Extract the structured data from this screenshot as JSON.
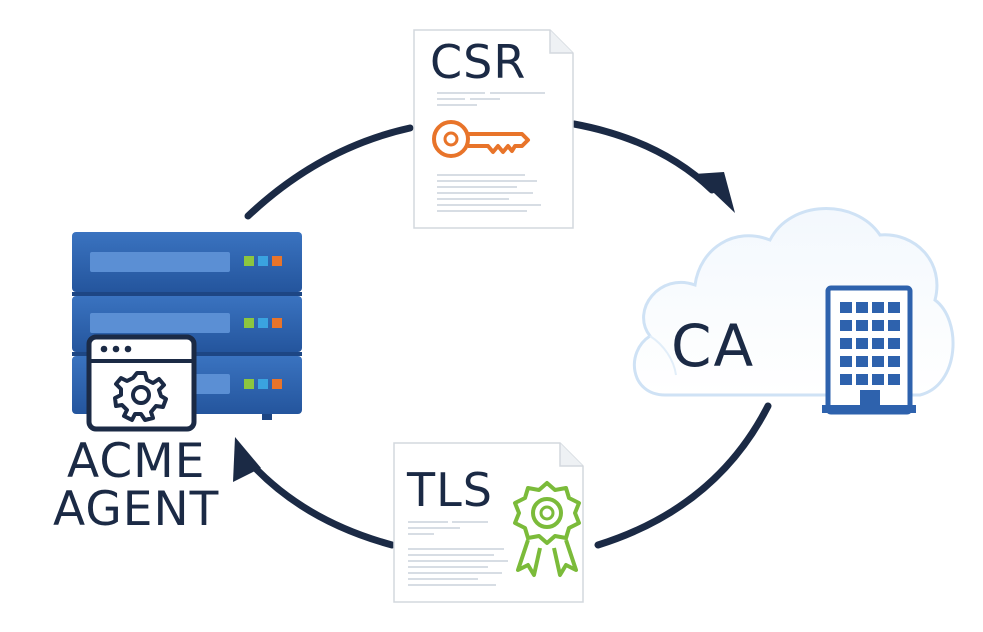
{
  "diagram": {
    "agent": {
      "line1": "ACME",
      "line2": "AGENT"
    },
    "csr_doc": {
      "title": "CSR",
      "icon": "key-icon"
    },
    "ca": {
      "label": "CA",
      "icon": "building-icon"
    },
    "tls_doc": {
      "title": "TLS",
      "icon": "certificate-badge-icon"
    },
    "colors": {
      "arrow": "#1b2a45",
      "server": "#2e62ad",
      "key": "#e8742a",
      "badge": "#7bbb3a",
      "cloud": "#cfe2f5",
      "building": "#2e62ad",
      "text": "#1b2a45"
    }
  }
}
